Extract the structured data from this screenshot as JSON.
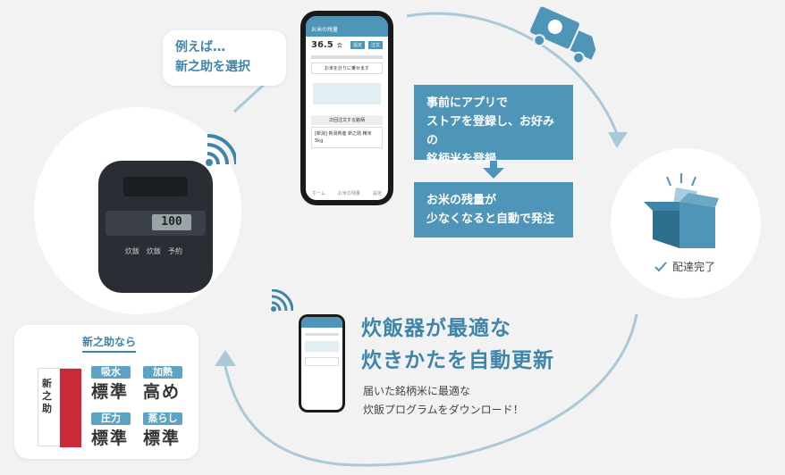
{
  "bubble_top": {
    "line1": "例えば…",
    "line2": "新之助を選択"
  },
  "step1": {
    "line1": "事前にアプリで",
    "line2": "ストアを登録し、お好みの",
    "line3": "銘柄米を登録"
  },
  "step2": {
    "line1": "お米の残量が",
    "line2": "少なくなると自動で発注"
  },
  "delivery": {
    "label": "配達完了"
  },
  "headline": {
    "line1": "炊飯器が最適な",
    "line2": "炊きかたを自動更新"
  },
  "subtext": {
    "line1": "届いた銘柄米に最適な",
    "line2": "炊飯プログラムをダウンロード！"
  },
  "card": {
    "title": "新之助なら",
    "settings": [
      {
        "label": "吸水",
        "value": "標準"
      },
      {
        "label": "加熱",
        "value": "高め"
      },
      {
        "label": "圧力",
        "value": "標準"
      },
      {
        "label": "蒸らし",
        "value": "標準"
      }
    ],
    "bag_text": "新之助"
  },
  "phone_large": {
    "header": "お米の残量",
    "amount": "36.5",
    "unit": "合",
    "btn1": "設定",
    "btn2": "注文",
    "notice": "お米を計りに乗せます",
    "order_title": "次回注文する銘柄",
    "order_item": "[新潟] 新潟県産 新之助 精米 5kg",
    "nav": [
      "ホーム",
      "お米の残量",
      "設定"
    ]
  },
  "cooker": {
    "display": "100",
    "buttons": [
      "炊飯",
      "炊飯",
      "予約"
    ]
  },
  "colors": {
    "accent": "#4e95b8",
    "tag": "#5ea3c4",
    "arrow": "#a9c9d9",
    "bag_red": "#cc2a36"
  }
}
